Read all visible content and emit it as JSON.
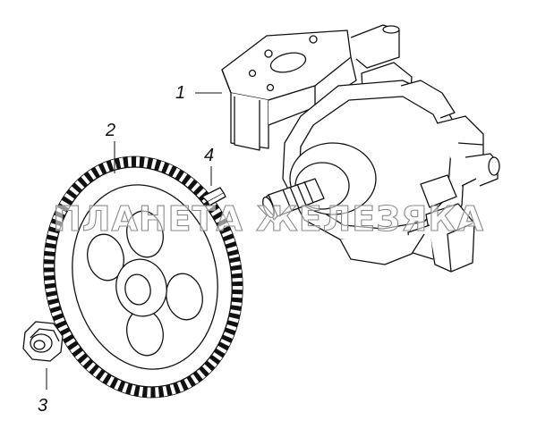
{
  "callouts": [
    {
      "id": "1",
      "label": "1"
    },
    {
      "id": "2",
      "label": "2"
    },
    {
      "id": "3",
      "label": "3"
    },
    {
      "id": "4",
      "label": "4"
    }
  ],
  "watermark": "ПЛАНЕТА ЖЕЛЕЗЯКА",
  "colors": {
    "ink": "#111111",
    "background": "#ffffff",
    "watermark_stroke": "#8a8a8a"
  }
}
